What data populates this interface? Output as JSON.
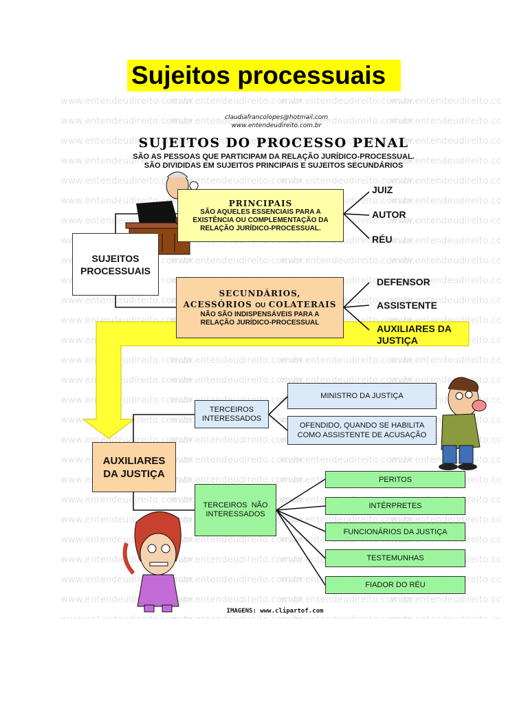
{
  "page_title": "Sujeitos processuais",
  "credits": {
    "email": "claudiafrancolopes@hotmail.com",
    "site": "www.entendeudireito.com.br"
  },
  "watermark_text": "www.entendeudireito.com.br",
  "header": {
    "title": "SUJEITOS DO PROCESSO PENAL",
    "line1": "SÃO AS PESSOAS QUE PARTICIPAM DA RELAÇÃO JURÍDICO-PROCESSUAL.",
    "line2": "SÃO DIVIDIDAS EM SUJEITOS PRINCIPAIS E SUJEITOS SECUNDÁRIOS"
  },
  "root": {
    "label_l1": "SUJEITOS",
    "label_l2": "PROCESSUAIS"
  },
  "principais": {
    "title": "PRINCIPAIS",
    "desc_l1": "SÃO AQUELES ESSENCIAIS PARA A",
    "desc_l2": "EXISTÊNCIA OU COMPLEMENTAÇÃO DA",
    "desc_l3": "RELAÇÃO JURÍDICO-PROCESSUAL.",
    "items": [
      "JUIZ",
      "AUTOR",
      "RÉU"
    ]
  },
  "secundarios": {
    "title_l1": "SECUNDÁRIOS,",
    "title_l2a": "ACESSÓRIOS",
    "title_l2b": "OU",
    "title_l2c": "COLATERAIS",
    "desc_l1": "NÃO SÃO INDISPENSÁVEIS PARA A",
    "desc_l2": "RELAÇÃO JURÍDICO-PROCESSUAL",
    "items": [
      "DEFENSOR",
      "ASSISTENTE",
      "AUXILIARES DA",
      "JUSTIÇA"
    ]
  },
  "auxiliares": {
    "label_l1": "AUXILIARES",
    "label_l2": "DA JUSTIÇA",
    "interessados": {
      "label_l1": "TERCEIROS",
      "label_l2": "INTERESSADOS",
      "items": [
        "MINISTRO DA JUSTIÇA",
        "OFENDIDO, QUANDO SE HABILITA",
        "COMO ASSISTENTE DE ACUSAÇÃO"
      ]
    },
    "nao_interessados": {
      "label_l1": "TERCEIROS  NÃO",
      "label_l2": "INTERESSADOS",
      "items": [
        "PERITOS",
        "INTÉRPRETES",
        "FUNCIONÁRIOS DA JUSTIÇA",
        "TESTEMUNHAS",
        "FIADOR DO RÉU"
      ]
    }
  },
  "footer": {
    "credit": "IMAGENS: www.clipartof.com"
  },
  "colors": {
    "title_highlight": "#ffff00",
    "principais_fill": "#ffffa8",
    "secundarios_fill": "#fcd5a4",
    "auxiliares_fill": "#fcd5a4",
    "interessados_fill": "#dbeaf8",
    "nao_interessados_fill": "#9cf59c",
    "arrow_fill": "#ffff33"
  },
  "icons": {
    "judge": "judge-icon",
    "man": "confused-man-icon",
    "girl": "girl-icon"
  }
}
